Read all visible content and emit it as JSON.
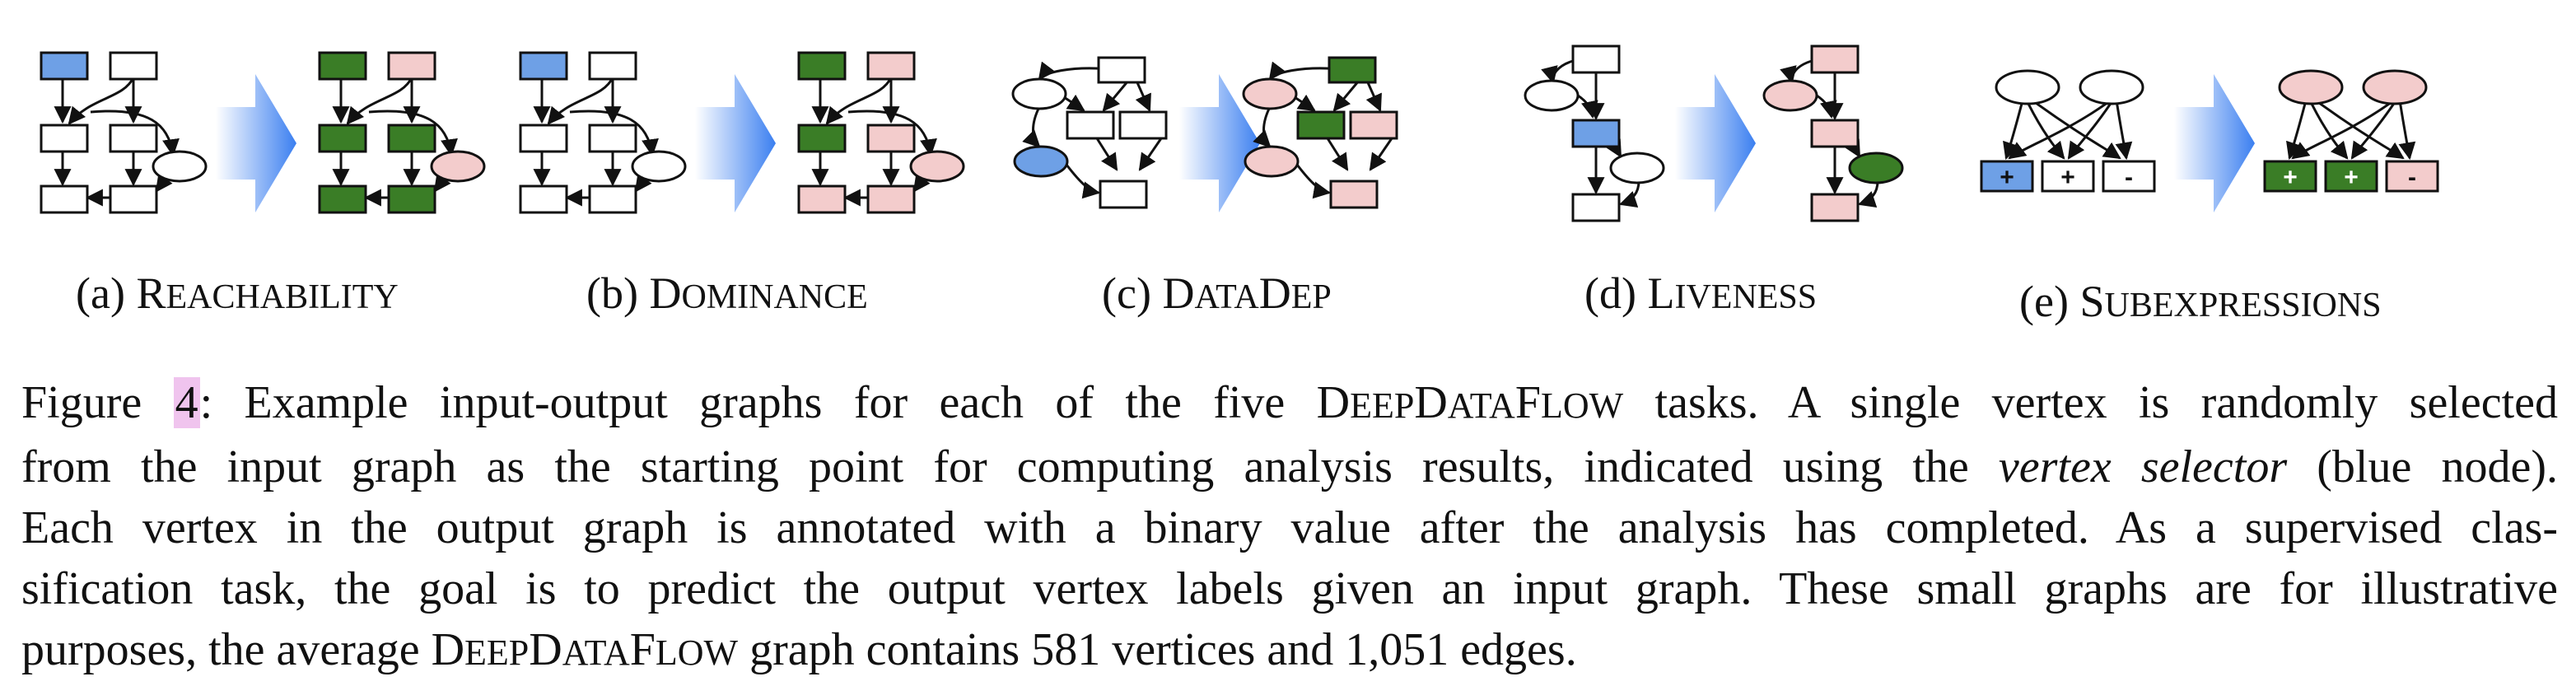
{
  "colors": {
    "selector": "#6ea0e6",
    "true_label": "#3a7d26",
    "false_label": "#f3cccc",
    "node_fill": "#ffffff",
    "stroke": "#111111",
    "arrow_from": "#ffffff",
    "arrow_to": "#3b7ff0"
  },
  "panels": [
    {
      "letter": "(a) ",
      "name_initial": "R",
      "name_rest": "EACHABILITY"
    },
    {
      "letter": "(b) ",
      "name_initial": "D",
      "name_rest": "OMINANCE"
    },
    {
      "letter": "(c) ",
      "name_initial": "D",
      "name_rest": "ATA",
      "name_initial2": "D",
      "name_rest2": "EP"
    },
    {
      "letter": "(d) ",
      "name_initial": "L",
      "name_rest": "IVENESS"
    },
    {
      "letter": "(e) ",
      "name_initial": "S",
      "name_rest": "UBEXPRESSIONS"
    }
  ],
  "subexpr_signs": {
    "plus": "+",
    "minus": "-"
  },
  "caption": {
    "label": "Figure ",
    "number": "4",
    "l1_a": ": Example input-output graphs for each of the five ",
    "ddf_1": "D",
    "ddf_2": "EEP",
    "ddf_3": "D",
    "ddf_4": "ATA",
    "ddf_5": "F",
    "ddf_6": "LOW",
    "l1_b": " tasks. A single vertex is randomly selected",
    "l2_a": "from the input graph as the starting point for computing analysis results, indicated using the ",
    "l2_em": "vertex selector",
    "l2_b": " (blue node).",
    "l3": "Each vertex in the output graph is annotated with a binary value after the analysis has completed. As a supervised clas-",
    "l4": "sification task, the goal is to predict the output vertex labels given an input graph. These small graphs are for illustrative",
    "l5_a": "purposes, the average ",
    "l5_b": " graph contains 581 vertices and 1,051 edges."
  }
}
